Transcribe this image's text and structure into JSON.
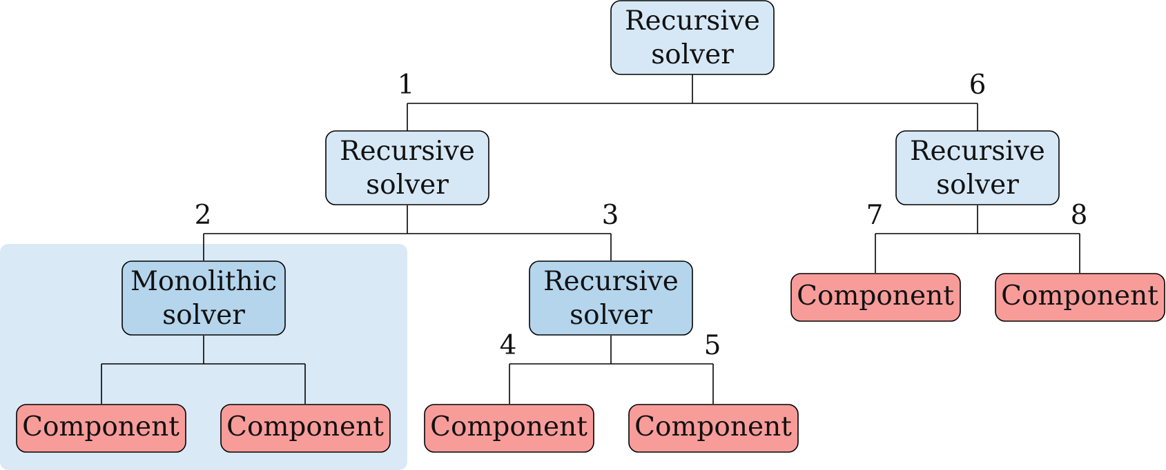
{
  "colors": {
    "solver_fill": "#d6e8f6",
    "monolithic_fill": "#b4d5ec",
    "component_fill": "#f89c9a",
    "highlight_region": "#d9e9f6",
    "line": "#000000"
  },
  "nodes": {
    "root": {
      "line1": "Recursive",
      "line2": "solver"
    },
    "left": {
      "line1": "Recursive",
      "line2": "solver"
    },
    "right": {
      "line1": "Recursive",
      "line2": "solver"
    },
    "monolithic": {
      "line1": "Monolithic",
      "line2": "solver"
    },
    "mid": {
      "line1": "Recursive",
      "line2": "solver"
    },
    "comp_mono_a": {
      "label": "Component"
    },
    "comp_mono_b": {
      "label": "Component"
    },
    "comp_4": {
      "label": "Component"
    },
    "comp_5": {
      "label": "Component"
    },
    "comp_7": {
      "label": "Component"
    },
    "comp_8": {
      "label": "Component"
    }
  },
  "edge_labels": {
    "e1": "1",
    "e2": "2",
    "e3": "3",
    "e4": "4",
    "e5": "5",
    "e6": "6",
    "e7": "7",
    "e8": "8"
  }
}
